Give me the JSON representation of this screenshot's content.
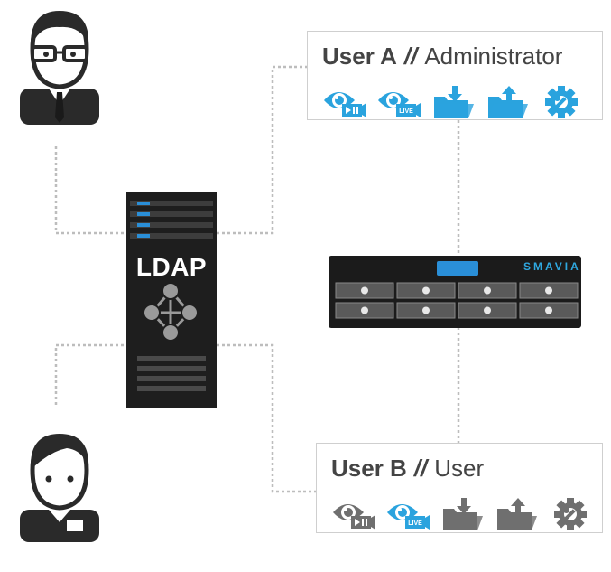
{
  "ldap": {
    "label": "LDAP"
  },
  "nvr": {
    "brand": "SMAVIA"
  },
  "user_a": {
    "name": "User A",
    "separator": "//",
    "role": "Administrator",
    "permissions": [
      {
        "icon": "playback-eye-icon",
        "enabled": true
      },
      {
        "icon": "live-eye-icon",
        "enabled": true
      },
      {
        "icon": "folder-download-icon",
        "enabled": true
      },
      {
        "icon": "folder-upload-icon",
        "enabled": true
      },
      {
        "icon": "settings-wrench-icon",
        "enabled": true
      }
    ]
  },
  "user_b": {
    "name": "User B",
    "separator": "//",
    "role": "User",
    "permissions": [
      {
        "icon": "playback-eye-icon",
        "enabled": false
      },
      {
        "icon": "live-eye-icon",
        "enabled": true
      },
      {
        "icon": "folder-download-icon",
        "enabled": false
      },
      {
        "icon": "folder-upload-icon",
        "enabled": false
      },
      {
        "icon": "settings-wrench-icon",
        "enabled": false
      }
    ]
  },
  "colors": {
    "enabled": "#2aa3de",
    "disabled": "#6f6f6f",
    "ldap_body": "#1e1e1e",
    "nvr_body": "#1b1b1b",
    "accent": "#2a8fd8"
  }
}
